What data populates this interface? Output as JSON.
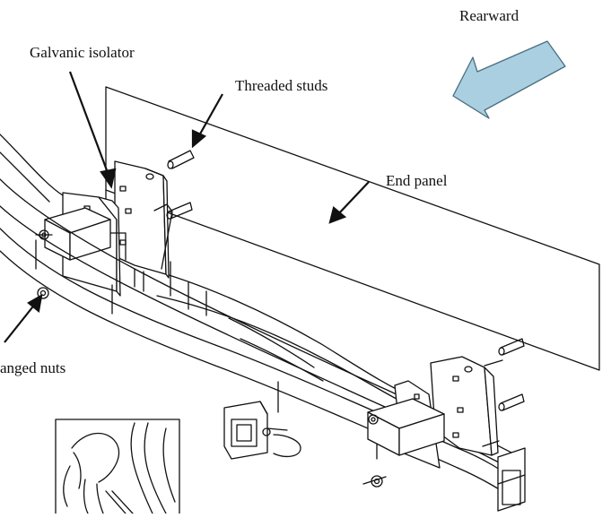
{
  "labels": {
    "rearward": "Rearward",
    "galvanic_isolator": "Galvanic isolator",
    "threaded_studs": "Threaded studs",
    "end_panel": "End panel",
    "flanged_nuts": "anged nuts"
  },
  "colors": {
    "arrow_fill": "#a9cfe0",
    "arrow_stroke": "#4a6f80",
    "line": "#111111"
  },
  "icons": {
    "direction": "rearward-arrow-icon",
    "inset": "hand-inset-illustration"
  }
}
